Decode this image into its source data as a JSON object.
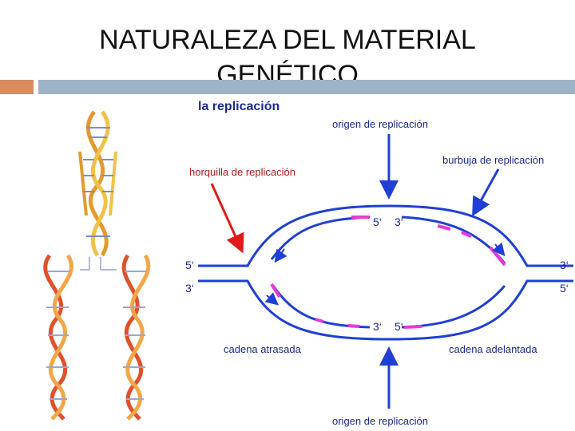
{
  "slide": {
    "title_line1": "NATURALEZA DEL MATERIAL",
    "title_line2": "GENÉTICO"
  },
  "diagram": {
    "heading": "la replicación",
    "labels": {
      "origin_top": "origen de replicación",
      "origin_bottom": "origen de replicación",
      "fork": "horquilla de replicación",
      "bubble": "burbuja de replicación",
      "lagging": "cadena atrasada",
      "leading": "cadena adelantada"
    },
    "ends": {
      "left_top": "5‘",
      "left_bottom": "3‘",
      "right_top": "3‘",
      "right_bottom": "5‘",
      "inner_top_left": "5‘",
      "inner_top_right": "3‘",
      "inner_bottom_left": "3‘",
      "inner_bottom_right": "5‘"
    },
    "colors": {
      "strand": "#1f3fd6",
      "primer": "#e83ad8",
      "arrow_red": "#e01b1b"
    }
  }
}
